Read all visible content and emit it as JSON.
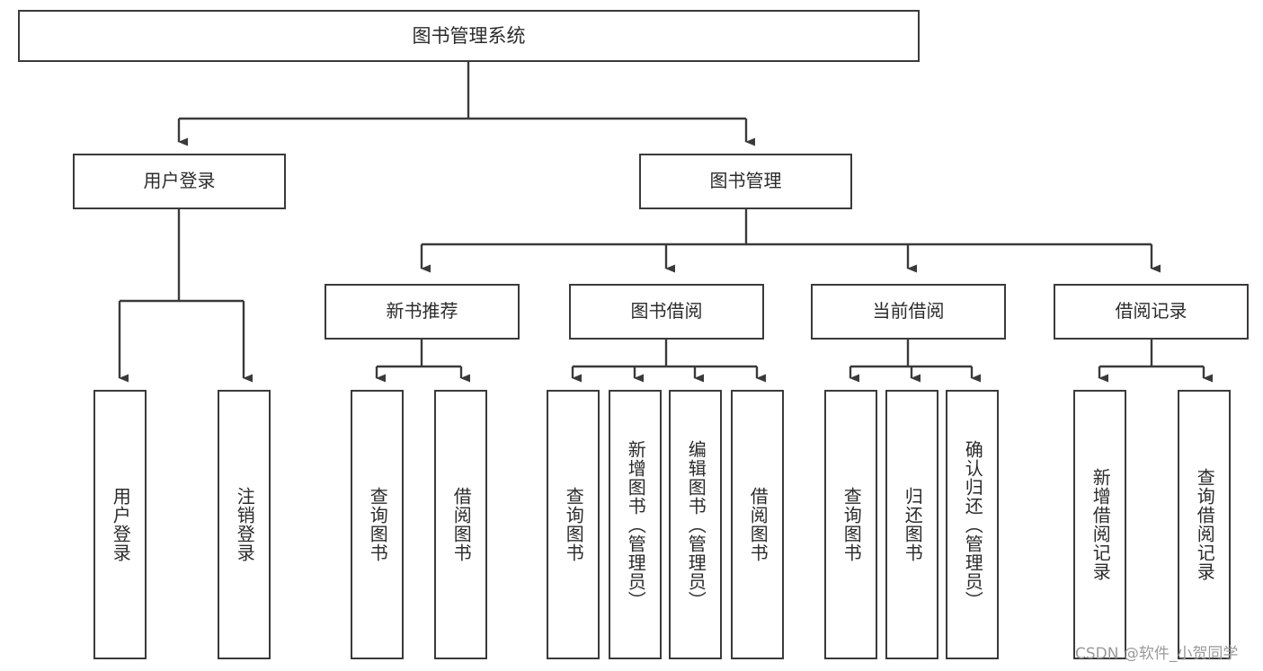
{
  "diagram": {
    "title": "图书管理系统",
    "type": "tree-hierarchy-diagram",
    "colors": {
      "box_border": "#3a3a3a",
      "box_fill": "#ffffff",
      "connector": "#3a3a3a",
      "text": "#2b2b2b",
      "watermark": "#9a9a9a",
      "background": "#ffffff"
    },
    "root": {
      "label": "图书管理系统"
    },
    "level2": [
      {
        "label": "用户登录"
      },
      {
        "label": "图书管理"
      }
    ],
    "level3": [
      {
        "label": "新书推荐"
      },
      {
        "label": "图书借阅"
      },
      {
        "label": "当前借阅"
      },
      {
        "label": "借阅记录"
      }
    ],
    "leaves": {
      "user_login": [
        {
          "label": "用户登录"
        },
        {
          "label": "注销登录"
        }
      ],
      "new_book_recommend": [
        {
          "label": "查询图书"
        },
        {
          "label": "借阅图书"
        }
      ],
      "book_borrow": [
        {
          "label": "查询图书"
        },
        {
          "label": "新增图书（管理员）"
        },
        {
          "label": "编辑图书（管理员）"
        },
        {
          "label": "借阅图书"
        }
      ],
      "current_borrow": [
        {
          "label": "查询图书"
        },
        {
          "label": "归还图书"
        },
        {
          "label": "确认归还（管理员）"
        }
      ],
      "borrow_record": [
        {
          "label": "新增借阅记录"
        },
        {
          "label": "查询借阅记录"
        }
      ]
    },
    "watermark": "CSDN @软件_小贺同学"
  }
}
